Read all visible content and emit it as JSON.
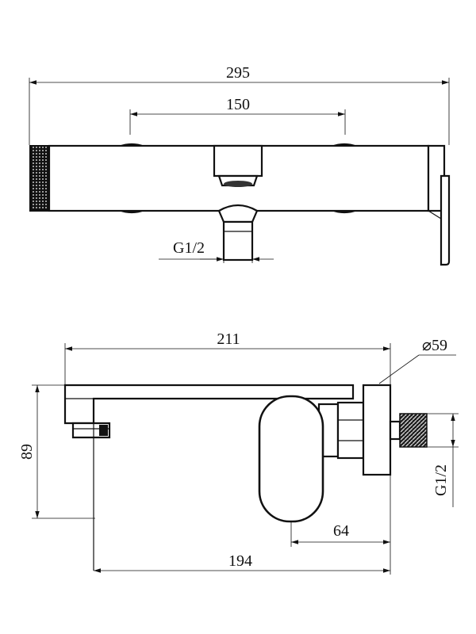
{
  "front_view": {
    "overall_width": "295",
    "wall_center_distance": "150",
    "outlet_thread": "G1/2"
  },
  "side_view": {
    "spout_length": "211",
    "flange_diameter": "⌀59",
    "height": "89",
    "outlet_thread": "G1/2",
    "handle_projection": "64",
    "body_length": "194"
  }
}
